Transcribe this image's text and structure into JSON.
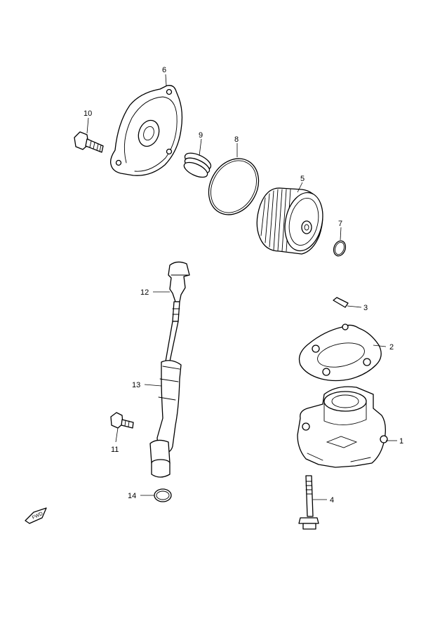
{
  "callouts": {
    "p1": "1",
    "p2": "2",
    "p3": "3",
    "p4": "4",
    "p5": "5",
    "p6": "6",
    "p7": "7",
    "p8": "8",
    "p9": "9",
    "p10": "10",
    "p11": "11",
    "p12": "12",
    "p13": "13",
    "p14": "14"
  },
  "fwd_label": "FWD",
  "colors": {
    "line": "#000000",
    "background": "#ffffff"
  }
}
